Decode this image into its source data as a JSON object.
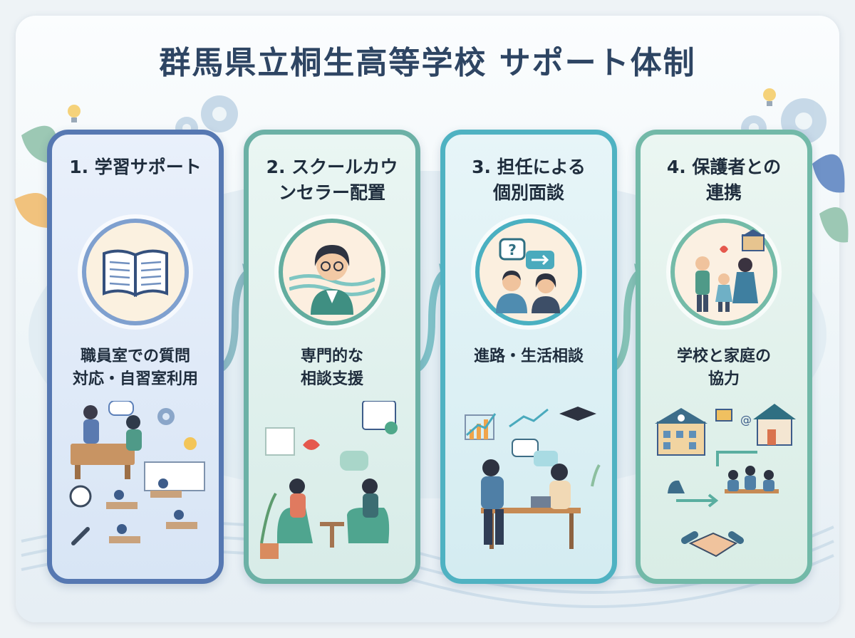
{
  "title": "群馬県立桐生高等学校 サポート体制",
  "cards": [
    {
      "title": "1. 学習サポート",
      "icon": "open-book-icon",
      "description": "職員室での質問\n対応・自習室利用",
      "scene": "teacher-student-study-room-illustration",
      "accent": "#5678b2"
    },
    {
      "title": "2. スクールカウ\nンセラー配置",
      "icon": "counselor-headset-icon",
      "description": "専門的な\n相談支援",
      "scene": "counseling-session-illustration",
      "accent": "#6cb1a6"
    },
    {
      "title": "3. 担任による\n個別面談",
      "icon": "conversation-icon",
      "description": "進路・生活相談",
      "scene": "one-on-one-meeting-illustration",
      "accent": "#4fb2c2"
    },
    {
      "title": "4. 保護者との\n連携",
      "icon": "family-school-icon",
      "description": "学校と家庭の\n協力",
      "scene": "school-home-cooperation-illustration",
      "accent": "#72b9a8"
    }
  ],
  "colors": {
    "title": "#2e4563",
    "text": "#1f2d3d",
    "flow_arrow": "#7fb3b8"
  }
}
